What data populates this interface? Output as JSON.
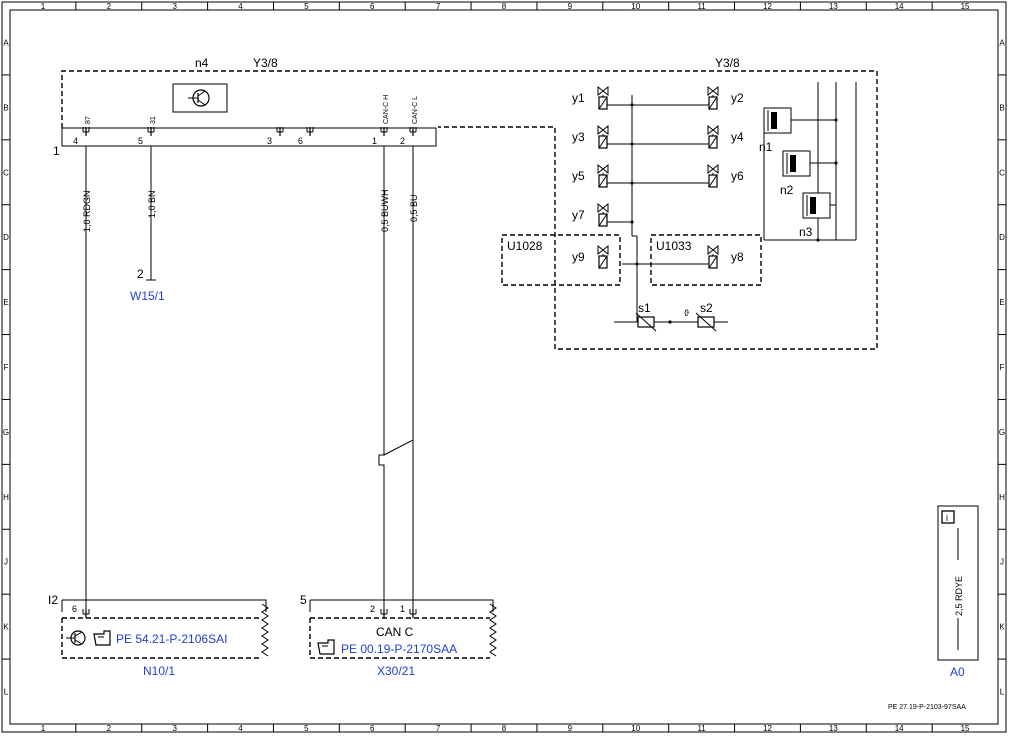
{
  "grid": {
    "columns": [
      "1",
      "2",
      "3",
      "4",
      "5",
      "6",
      "7",
      "8",
      "9",
      "10",
      "11",
      "12",
      "13",
      "14",
      "15"
    ],
    "rows": [
      "A",
      "B",
      "C",
      "D",
      "E",
      "F",
      "G",
      "H",
      "J",
      "K",
      "L"
    ]
  },
  "components": {
    "y3_8_left": "Y3/8",
    "y3_8_right": "Y3/8",
    "n4": "n4",
    "plug1": "1",
    "pins": {
      "p4": "4",
      "p5": "5",
      "p3": "3",
      "p6": "6",
      "p1": "1",
      "p2": "2"
    },
    "pin_tags": {
      "t87": "87",
      "t31": "31",
      "can_h": "CAN-C H",
      "can_l": "CAN-C L"
    },
    "wires": {
      "w1": "1,0 RDGN",
      "w2": "1,0 BN",
      "w3": "0,5 BUWH",
      "w4": "0,5 BU"
    },
    "w15_pin": "2",
    "w15": "W15/1",
    "valves": {
      "y1": "y1",
      "y2": "y2",
      "y3": "y3",
      "y4": "y4",
      "y5": "y5",
      "y6": "y6",
      "y7": "y7",
      "y8": "y8",
      "y9": "y9"
    },
    "u1028": "U1028",
    "u1033": "U1033",
    "s1": "s1",
    "s2": "s2",
    "theta": "ϑ",
    "n1": "n1",
    "n2": "n2",
    "n3": "n3",
    "i2": "I2",
    "i2_pin": "6",
    "ref_n10": "PE 54.21-P-2106SAI",
    "n10_1": "N10/1",
    "x30_plug": "5",
    "x30_pin2": "2",
    "x30_pin1": "1",
    "can_c": "CAN C",
    "ref_x30": "PE 00.19-P-2170SAA",
    "x30_21": "X30/21",
    "a0_wire": "2,5 RDYE",
    "a0": "A0",
    "info_icon": "i",
    "doc_id": "PE 27.19-P-2103-97SAA"
  }
}
